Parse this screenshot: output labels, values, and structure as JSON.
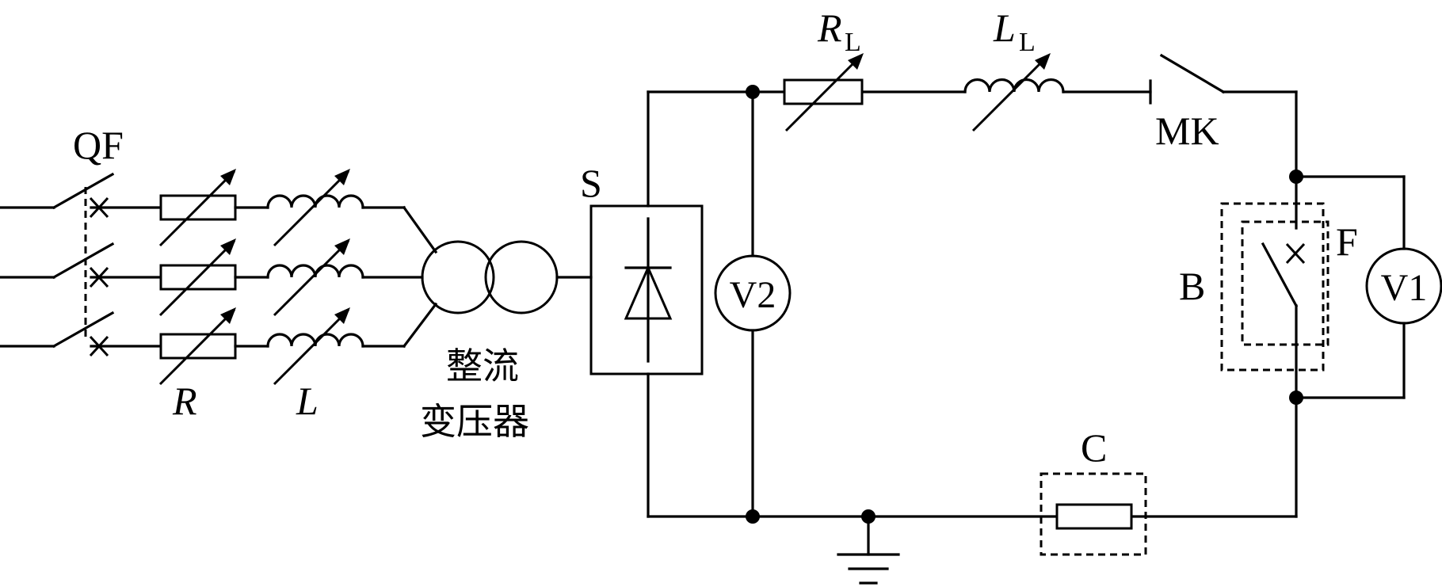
{
  "labels": {
    "breaker": "QF",
    "resistor": "R",
    "inductor": "L",
    "transformer_line1": "整流",
    "transformer_line2": "变压器",
    "rectifier": "S",
    "voltmeter2": "V2",
    "load_resistor_base": "R",
    "load_resistor_sub": "L",
    "load_inductor_base": "L",
    "load_inductor_sub": "L",
    "switch": "MK",
    "fuse": "F",
    "fuse_box": "B",
    "voltmeter1": "V1",
    "capacitor": "C"
  }
}
